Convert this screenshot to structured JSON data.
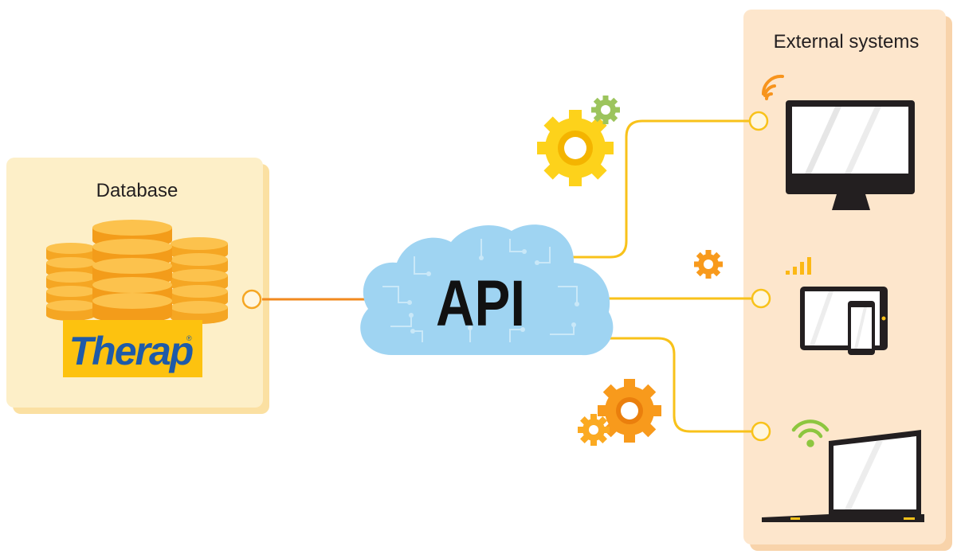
{
  "database": {
    "title": "Database",
    "logo_text": "Therap",
    "logo_mark": "®"
  },
  "api": {
    "label": "API"
  },
  "external": {
    "title": "External systems"
  },
  "colors": {
    "panel_fill": "#fdefc8",
    "panel_shadow": "#fbe0a2",
    "external_fill": "#fde6cc",
    "external_shadow": "#f8d3aa",
    "connector_orange": "#f28a1e",
    "connector_yellow": "#f8c21a",
    "cloud_blue": "#9fd4f2",
    "logo_bg": "#fdc20f",
    "logo_text": "#1e5aa8",
    "device_dark": "#231f20",
    "gear_yellow": "#fdd21b",
    "gear_orange": "#f89a1c",
    "gear_green": "#9cc45c",
    "wifi_green": "#8dc63f",
    "wifi_orange": "#f7941d",
    "signal_yellow": "#fcb815"
  },
  "icons": [
    "coin-stack-icon",
    "gear-icon",
    "cloud-icon",
    "monitor-icon",
    "tablet-icon",
    "phone-icon",
    "laptop-icon",
    "wifi-icon",
    "signal-bars-icon"
  ]
}
